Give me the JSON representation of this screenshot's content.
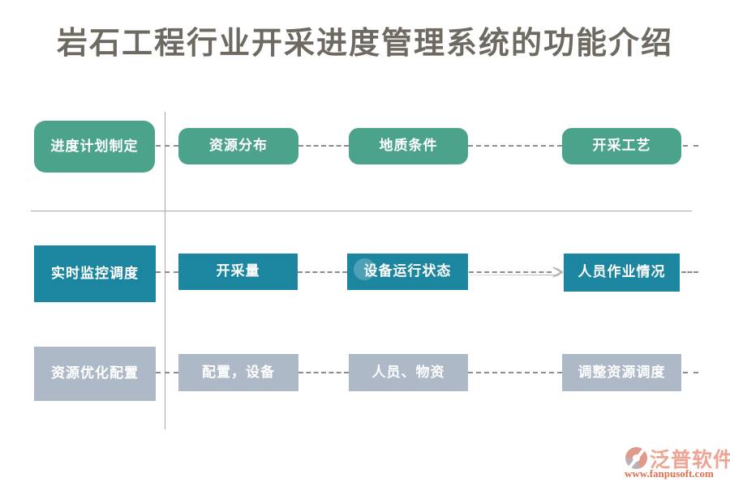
{
  "title": "岩石工程行业开采进度管理系统的功能介绍",
  "colors": {
    "green": "#4BA38C",
    "teal": "#1C86A0",
    "gray": "#AEB9C8",
    "line": "#A6A6A6",
    "dash": "#8C8C8C",
    "title": "#6F6A61",
    "logo_name": "#EFA493",
    "logo_url": "#E26F49",
    "logo_icon_a": "#E09A8C",
    "logo_icon_b": "#B9B2B6"
  },
  "grid": {
    "rows": [
      {
        "theme": "green",
        "items": [
          "进度计划制定",
          "资源分布",
          "地质条件",
          "开采工艺"
        ]
      },
      {
        "theme": "teal",
        "items": [
          "实时监控调度",
          "开采量",
          "设备运行状态",
          "人员作业情况"
        ]
      },
      {
        "theme": "gray",
        "items": [
          "资源优化配置",
          "配置，设备",
          "人员、物资",
          "调整资源调度"
        ]
      }
    ]
  },
  "logo": {
    "name": "泛普软件",
    "url": "www.fanpusoft.com"
  }
}
